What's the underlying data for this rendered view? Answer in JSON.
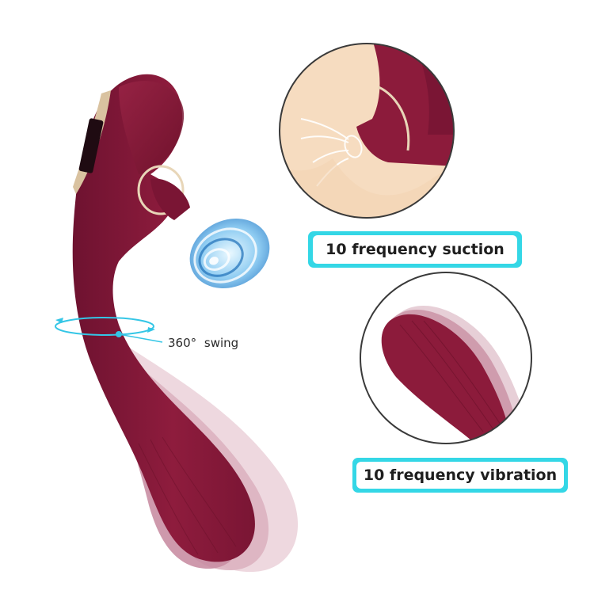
{
  "labels": {
    "suction": "10 frequency suction",
    "vibration": "10 frequency vibration",
    "swing": "360° swing"
  },
  "colors": {
    "body": "#8c1b3b",
    "body_dark": "#6e1230",
    "ghost": "#c9a2b0",
    "skin": "#f6dcc0",
    "accent": "#34d7e6",
    "wave": "#4aa8e8"
  },
  "icons": {
    "wave": "suction-wave-icon",
    "ring": "swing-ring-icon"
  }
}
